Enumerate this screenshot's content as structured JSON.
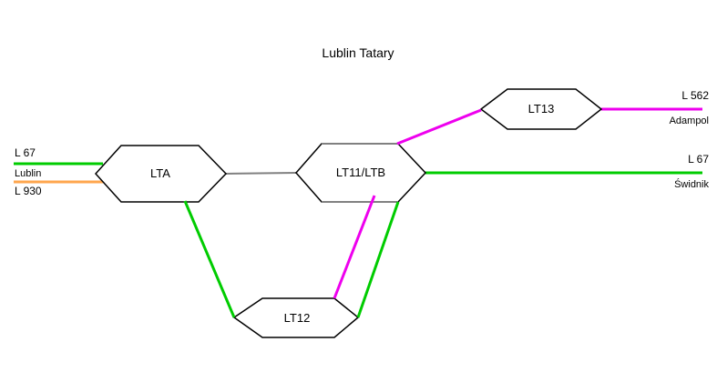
{
  "title": "Lublin Tatary",
  "nodes": {
    "lta": {
      "label": "LTA"
    },
    "lt11": {
      "label": "LT11/LTB"
    },
    "lt12": {
      "label": "LT12"
    },
    "lt13": {
      "label": "LT13"
    }
  },
  "west": {
    "l67": {
      "number": "L 67",
      "destination": "Lublin"
    },
    "l930": {
      "number": "L 930"
    }
  },
  "east": {
    "l562": {
      "number": "L 562",
      "destination": "Adampol"
    },
    "l67": {
      "number": "L 67",
      "destination": "Świdnik"
    }
  },
  "colors": {
    "line_green": "#00CC00",
    "line_orange": "#FFA64D",
    "line_magenta": "#EE00EE",
    "connector_gray": "#808080",
    "node_border": "#000000",
    "background": "#FFFFFF"
  }
}
